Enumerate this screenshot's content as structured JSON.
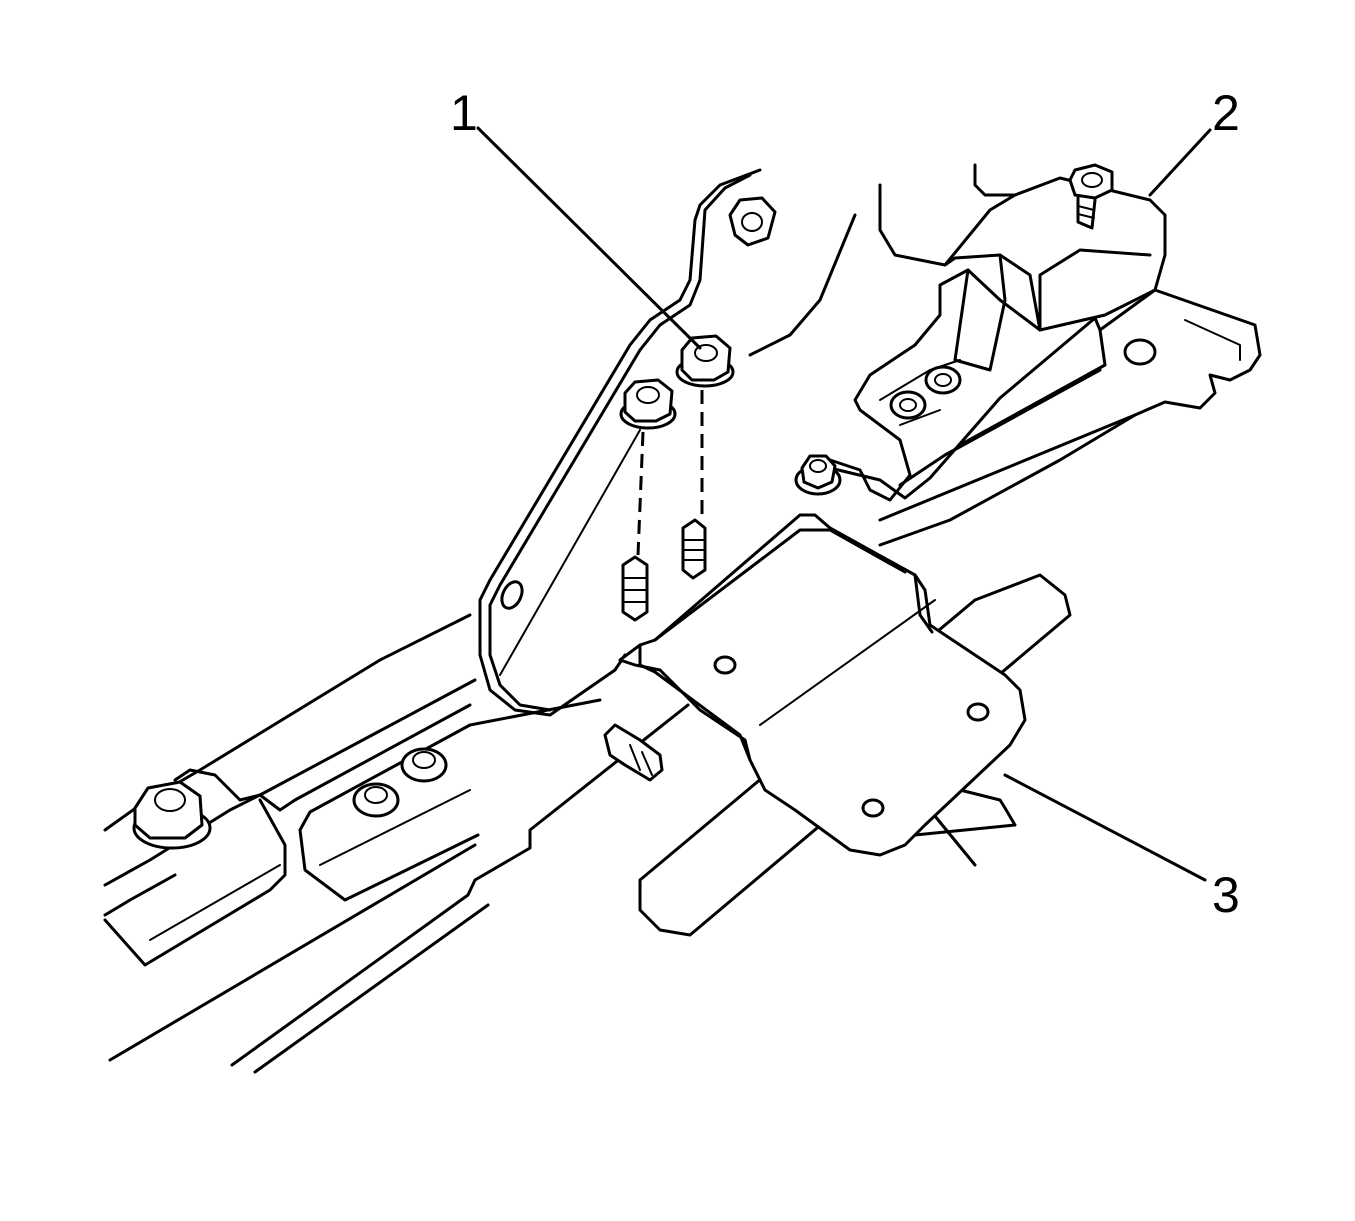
{
  "callouts": [
    {
      "number": "1",
      "target": "nut"
    },
    {
      "number": "2",
      "target": "bracket"
    },
    {
      "number": "3",
      "target": "bar"
    }
  ],
  "colors": {
    "line": "#000000",
    "background": "#ffffff"
  }
}
